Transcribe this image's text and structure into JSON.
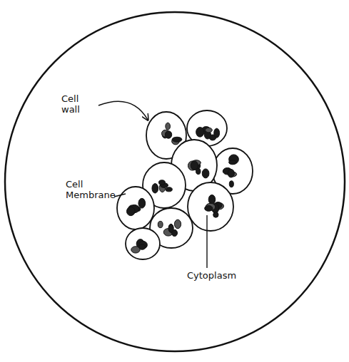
{
  "diagram": {
    "labels": [
      "Cell wall",
      "Cell Membrane",
      "Cytoplasm"
    ]
  }
}
